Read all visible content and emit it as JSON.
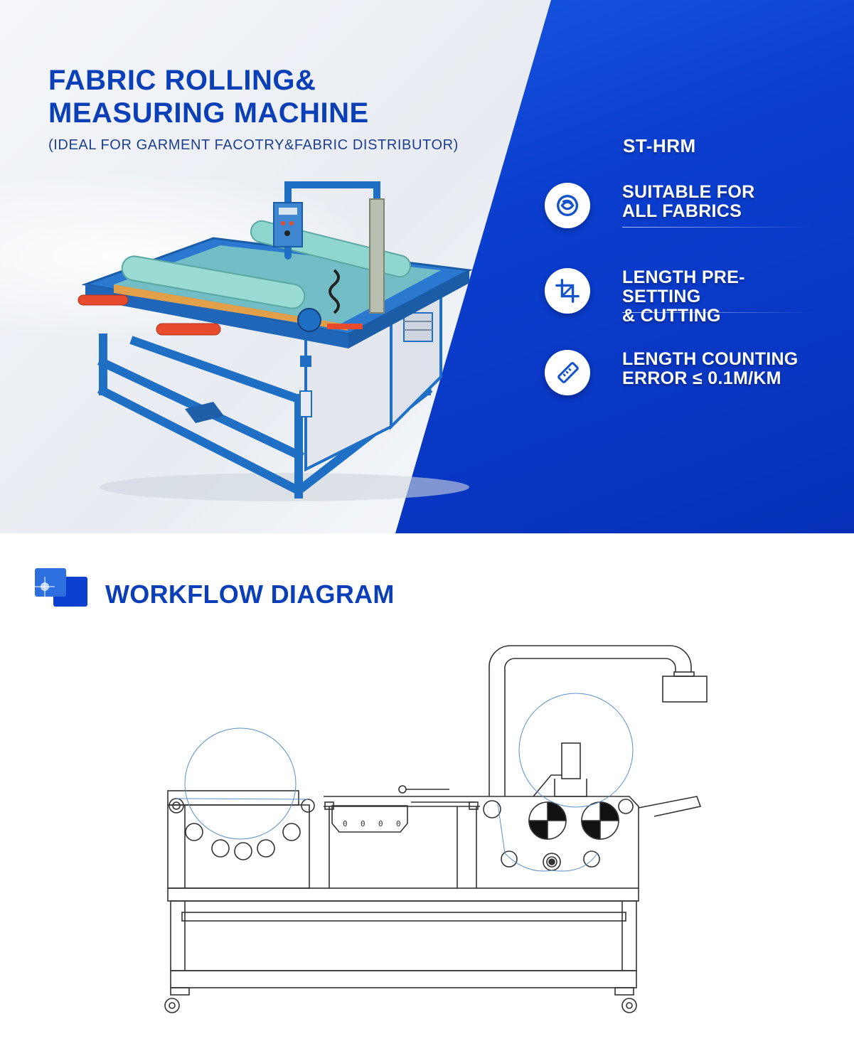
{
  "hero": {
    "title_line1": "FABRIC ROLLING&",
    "title_line2": "MEASURING MACHINE",
    "subtitle": "(IDEAL FOR GARMENT FACOTRY&FABRIC DISTRIBUTOR)",
    "model": "ST-HRM",
    "features": [
      {
        "line1": "SUITABLE FOR",
        "line2": "ALL FABRICS",
        "icon": "swirl-icon"
      },
      {
        "line1": "LENGTH PRE-SETTING",
        "line2": "& CUTTING",
        "icon": "crop-icon"
      },
      {
        "line1": "LENGTH COUNTING",
        "line2": "ERROR ≤ 0.1M/KM",
        "icon": "ruler-icon"
      }
    ],
    "colors": {
      "brand_blue": "#0b3fb8",
      "panel_blue": "#0b3fd0",
      "machine_blue": "#1f70c8"
    }
  },
  "workflow": {
    "title": "WORKFLOW DIAGRAM",
    "icon": "workflow-icon"
  }
}
